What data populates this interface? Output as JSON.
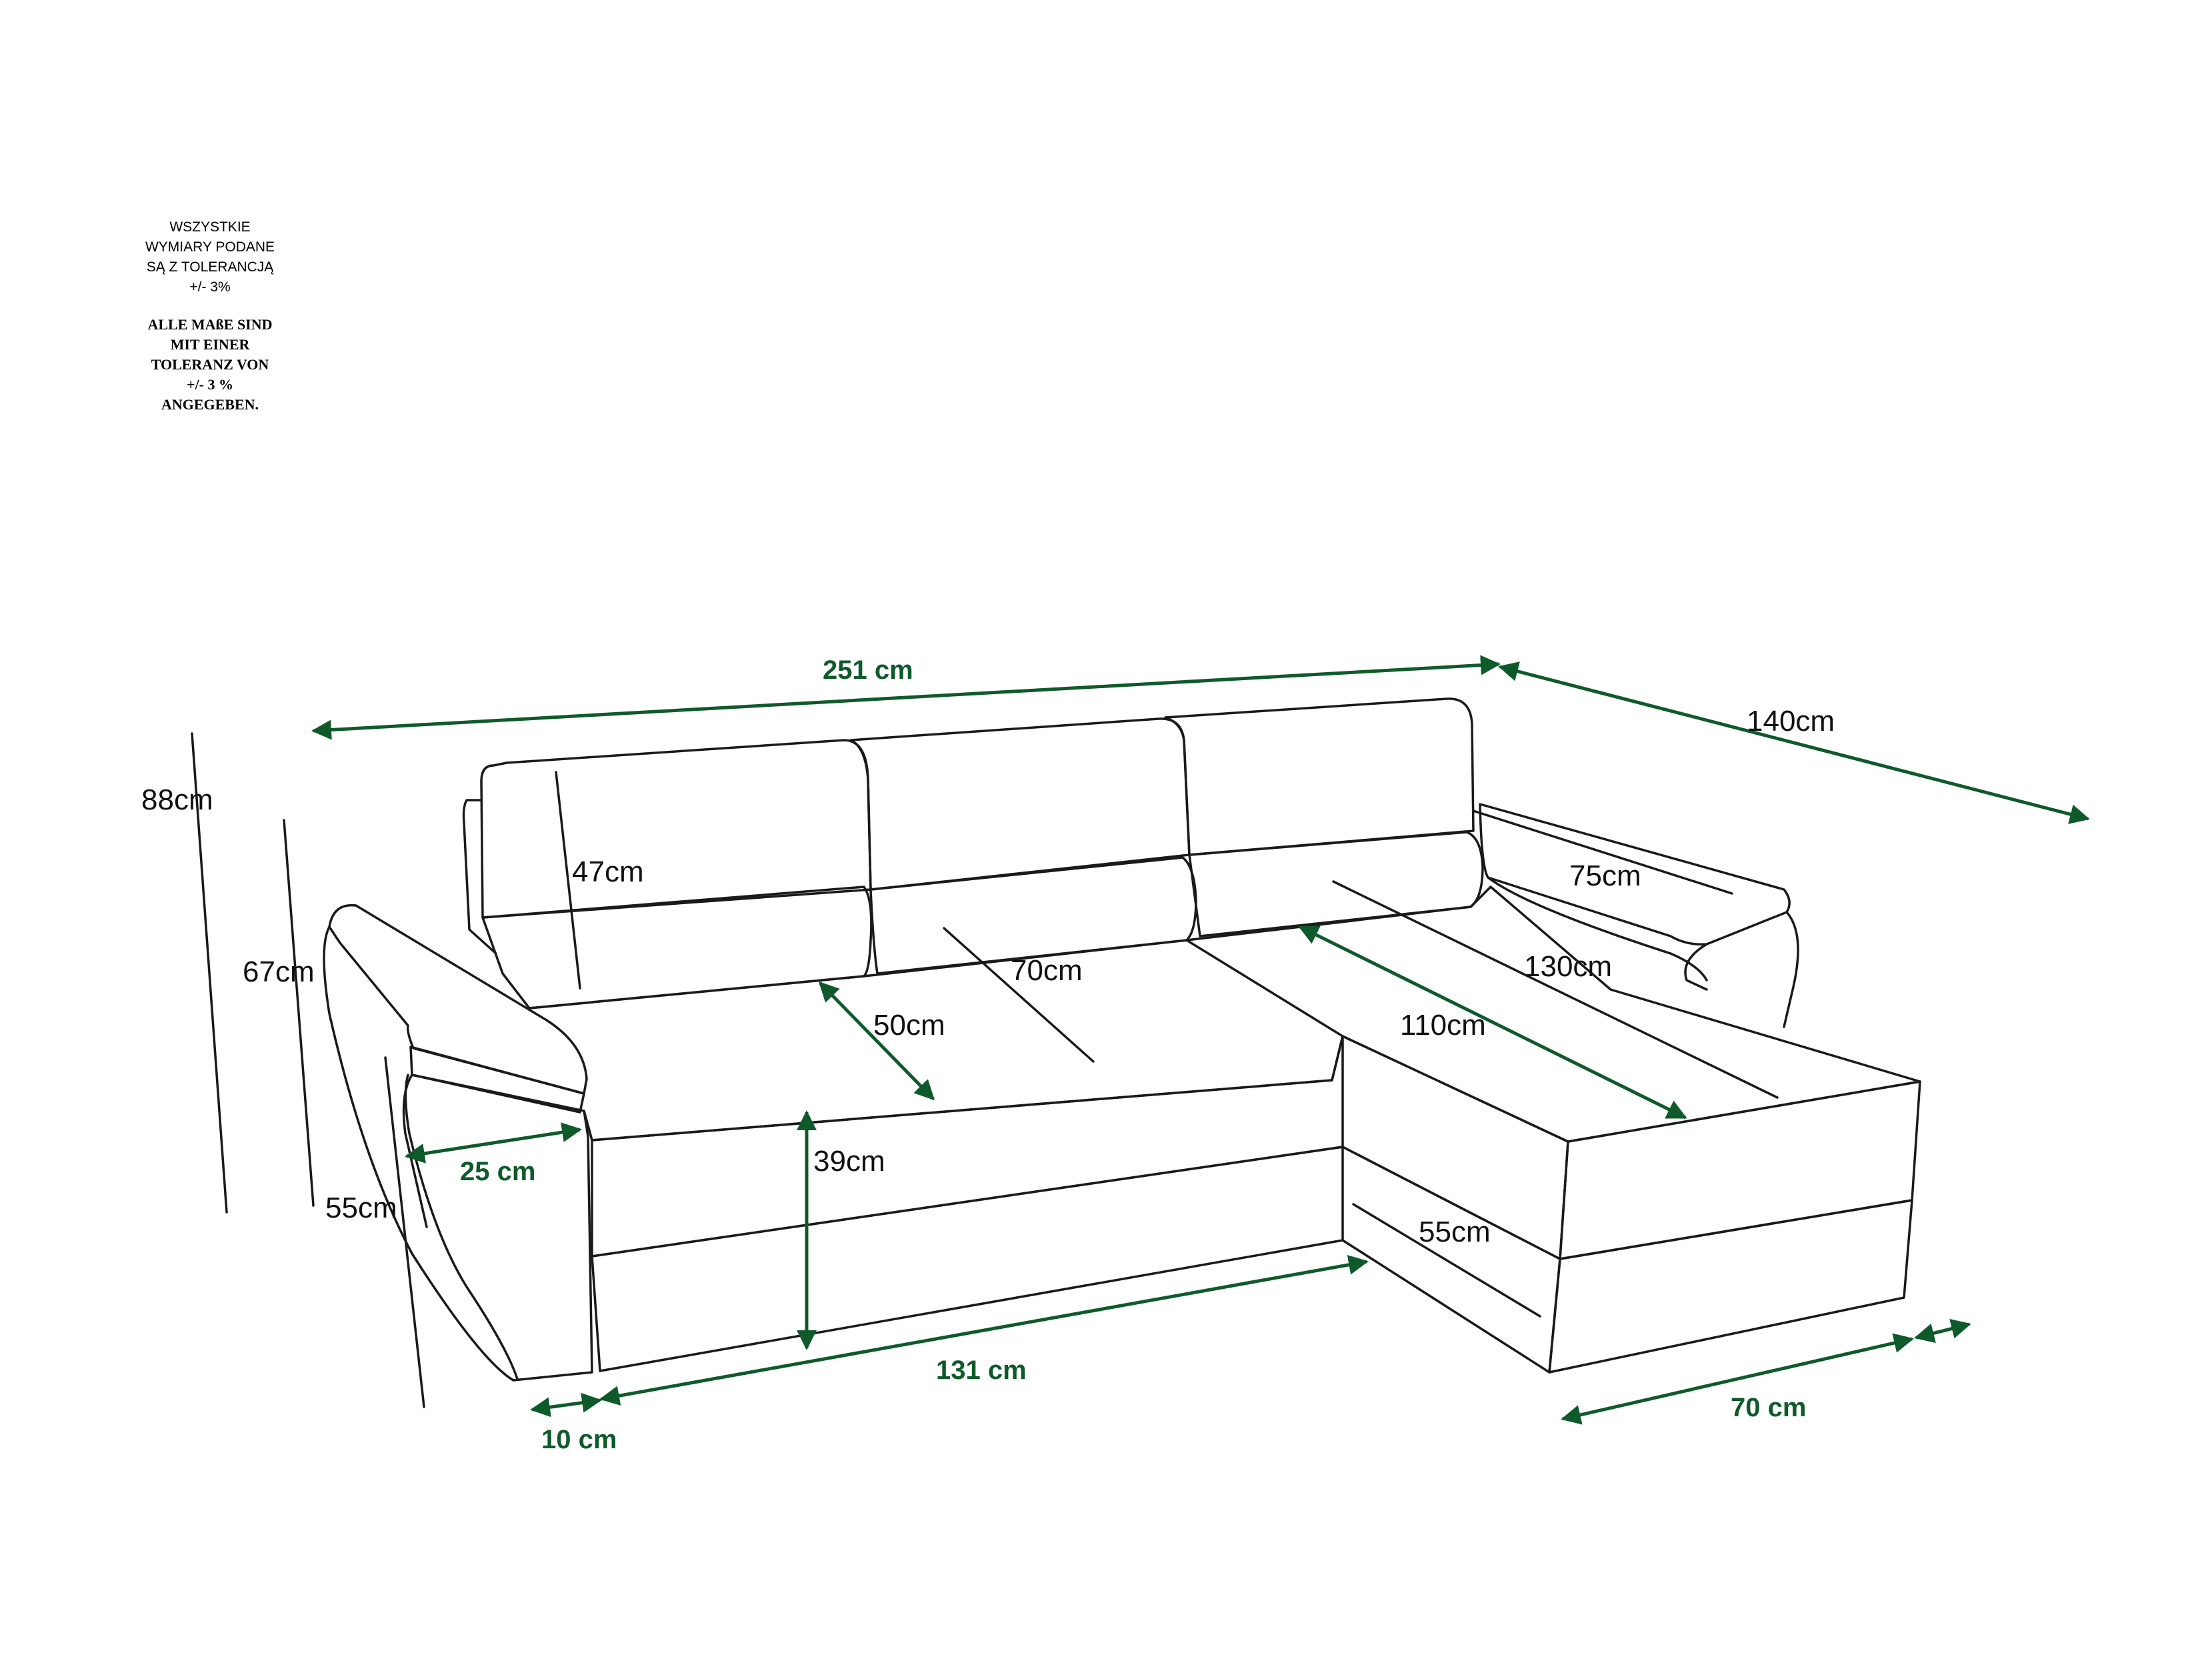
{
  "notes": {
    "polish": [
      "WSZYSTKIE",
      "WYMIARY PODANE",
      "SĄ Z TOLERANCJĄ",
      "+/- 3%"
    ],
    "german": [
      "ALLE MAßE SIND",
      "MIT EINER",
      "TOLERANZ VON",
      "+/- 3 %",
      "ANGEGEBEN."
    ]
  },
  "colors": {
    "dimension_green": "#0f5a2a",
    "outline": "#1a1a1a",
    "background": "#ffffff"
  },
  "dimensions": {
    "total_width": "251 cm",
    "total_depth": "140cm",
    "total_height": "88cm",
    "armrest_height": "67cm",
    "front_height": "55cm",
    "backrest_cushion_height": "47cm",
    "seat_depth": "50cm",
    "seat_width": "70cm",
    "seat_height": "39cm",
    "armrest_width": "25 cm",
    "chaise_armrest_length": "75cm",
    "chaise_length": "130cm",
    "chaise_cushion_length": "110cm",
    "chaise_lower_depth": "55cm",
    "front_base_width": "131 cm",
    "leg_offset": "10 cm",
    "chaise_width": "70 cm"
  }
}
